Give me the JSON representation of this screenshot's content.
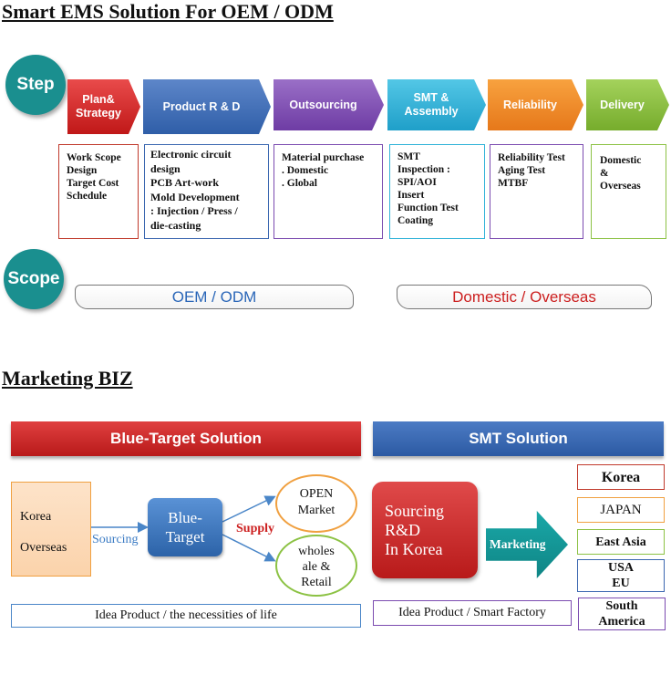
{
  "title_main": "Smart EMS Solution For OEM / ODM",
  "step_label": "Step",
  "scope_label": "Scope",
  "steps": [
    {
      "label_lines": [
        "Plan&",
        "Strategy"
      ],
      "color": "#d42828",
      "detail_lines": [
        "Work Scope",
        "Design",
        "Target Cost",
        "Schedule"
      ]
    },
    {
      "label_lines": [
        "Product R & D"
      ],
      "color": "#3b67b0",
      "detail_lines": [
        "Electronic circuit",
        "design",
        "PCB Art-work",
        "Mold Development",
        ": Injection / Press /",
        "die-casting"
      ]
    },
    {
      "label_lines": [
        "Outsourcing"
      ],
      "color": "#7b4bb0",
      "detail_lines": [
        "Material purchase",
        ". Domestic",
        ". Global"
      ]
    },
    {
      "label_lines": [
        "SMT &",
        "Assembly"
      ],
      "color": "#2fb2d8",
      "detail_lines": [
        "SMT",
        "Inspection :",
        "SPI/AOI",
        "Insert",
        "Function Test",
        "Coating"
      ]
    },
    {
      "label_lines": [
        "Reliability"
      ],
      "color": "#f08a2a",
      "detail_lines": [
        "Reliability Test",
        "Aging Test",
        "MTBF"
      ]
    },
    {
      "label_lines": [
        "Delivery"
      ],
      "color": "#8cc244",
      "detail_lines": [
        "Domestic",
        "&",
        "Overseas"
      ]
    }
  ],
  "scope": {
    "left": "OEM / ODM",
    "right": "Domestic / Overseas",
    "left_color": "#2a66b8",
    "right_color": "#cc1f1f"
  },
  "title_marketing": "Marketing BIZ",
  "blue_target": {
    "bar_title": "Blue-Target Solution",
    "source_lines": [
      "Korea",
      "Overseas"
    ],
    "sourcing": "Sourcing",
    "center_lines": [
      "Blue-",
      "Target"
    ],
    "supply": "Supply",
    "top_lines": [
      "OPEN",
      "Market"
    ],
    "bottom_lines": [
      "wholes",
      "ale &",
      "Retail"
    ],
    "footer": "Idea Product /  the necessities of life"
  },
  "smt": {
    "bar_title": "SMT Solution",
    "box_lines": [
      "Sourcing",
      "R&D",
      "In Korea"
    ],
    "arrow_label": "Marketing",
    "footer": "Idea Product  / Smart Factory",
    "regions": [
      {
        "lines": [
          "Korea"
        ],
        "color": "#c0392b"
      },
      {
        "lines": [
          "JAPAN"
        ],
        "color": "#f0a040"
      },
      {
        "lines": [
          "East Asia"
        ],
        "color": "#8cc244"
      },
      {
        "lines": [
          "USA",
          "EU"
        ],
        "color": "#3b67b0"
      },
      {
        "lines": [
          "South",
          "America"
        ],
        "color": "#7b4bb0"
      }
    ]
  }
}
